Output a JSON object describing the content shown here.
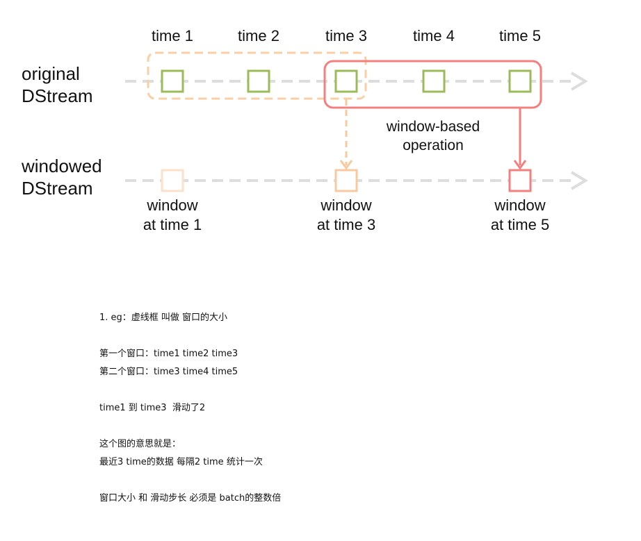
{
  "diagram": {
    "time_labels": [
      "time 1",
      "time 2",
      "time 3",
      "time 4",
      "time 5"
    ],
    "row1_label": [
      "original",
      "DStream"
    ],
    "row2_label": [
      "windowed",
      "DStream"
    ],
    "operation_label": [
      "window-based",
      "operation"
    ],
    "window_labels": [
      [
        "window",
        "at time 1"
      ],
      [
        "window",
        "at time 3"
      ],
      [
        "window",
        "at time 5"
      ]
    ],
    "colors": {
      "axis_gray": "#dddddd",
      "green": "#9bbb59",
      "orange_dashed": "#fbcfa6",
      "orange": "#f8c99e",
      "orange_light": "#fde0c8",
      "red": "#f47f7f"
    }
  },
  "notes": {
    "line1": "1. eg：虚线框 叫做 窗口的大小",
    "line2": "第一个窗口：time1 time2 time3",
    "line3": "第二个窗口：time3 time4 time5",
    "line4": "time1 到 time3  滑动了2",
    "line5": "这个图的意思就是：",
    "line6": "最近3 time的数据 每隔2 time 统计一次",
    "line7": "窗口大小 和 滑动步长 必须是 batch的整数倍"
  }
}
